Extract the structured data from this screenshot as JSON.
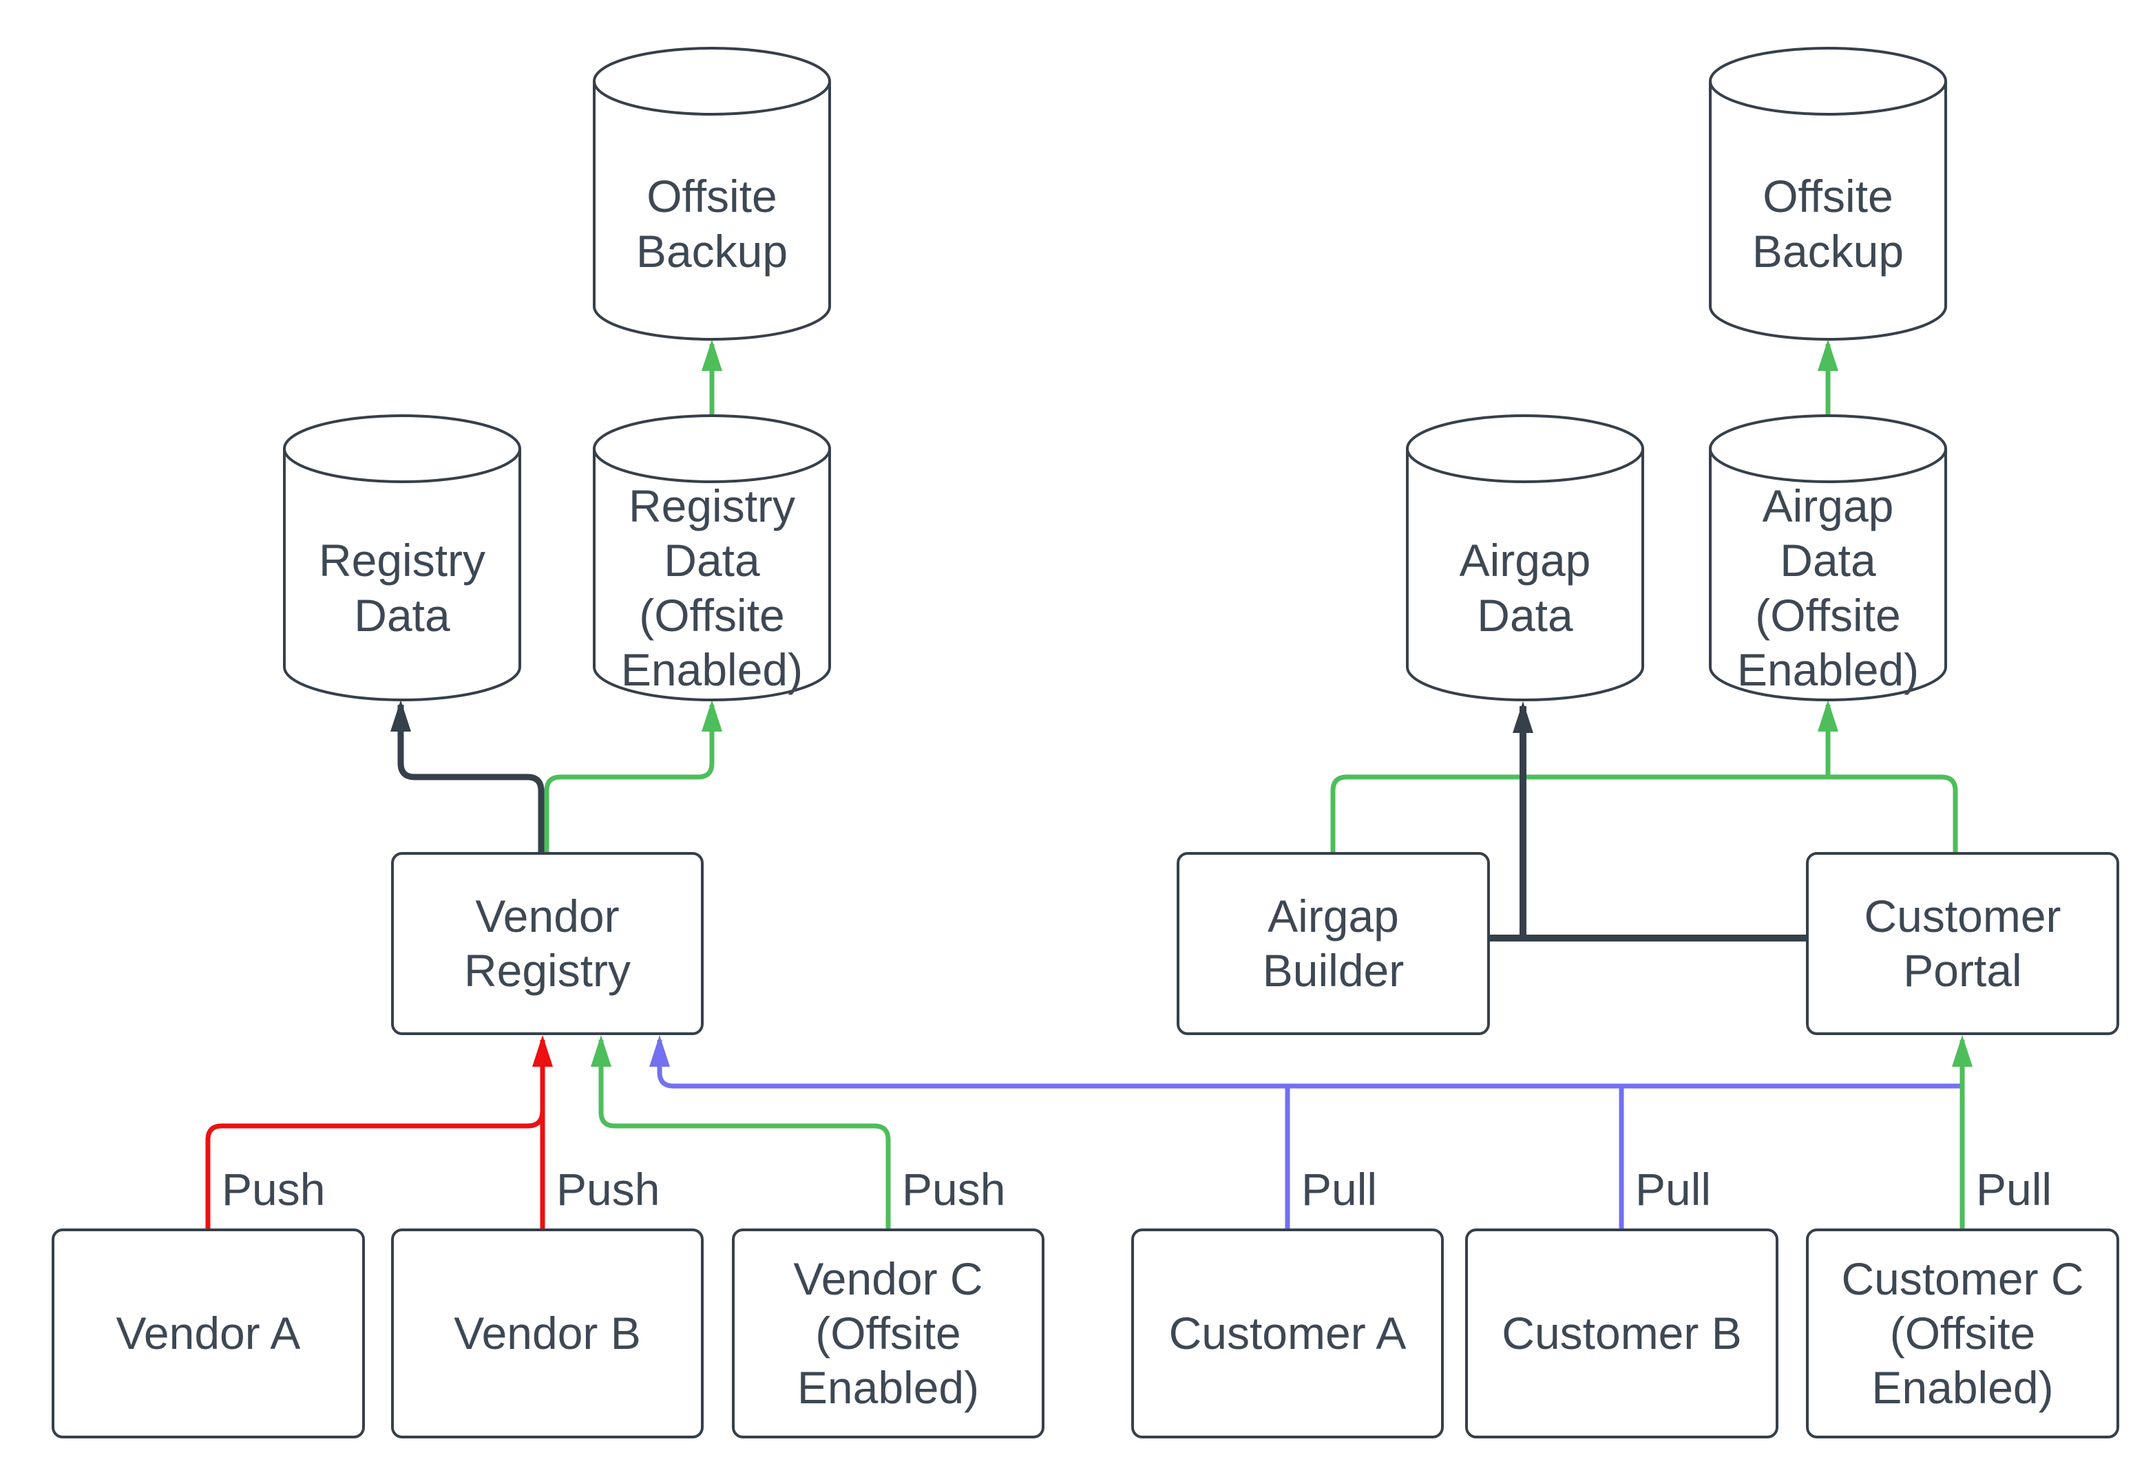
{
  "colors": {
    "red": "#ec1010",
    "green": "#4dbe5a",
    "blue": "#7370f2",
    "dark": "#36404b",
    "text": "#3e4854",
    "background": "#ffffff"
  },
  "nodes": {
    "offsite_backup_left": {
      "type": "database",
      "label": "Offsite\nBackup"
    },
    "registry_data": {
      "type": "database",
      "label": "Registry\nData"
    },
    "registry_data_offsite": {
      "type": "database",
      "label": "Registry\nData\n(Offsite\nEnabled)"
    },
    "vendor_registry": {
      "type": "process",
      "label": "Vendor\nRegistry"
    },
    "vendor_a": {
      "type": "process",
      "label": "Vendor A"
    },
    "vendor_b": {
      "type": "process",
      "label": "Vendor B"
    },
    "vendor_c": {
      "type": "process",
      "label": "Vendor C\n(Offsite\nEnabled)"
    },
    "offsite_backup_right": {
      "type": "database",
      "label": "Offsite\nBackup"
    },
    "airgap_data": {
      "type": "database",
      "label": "Airgap\nData"
    },
    "airgap_data_offsite": {
      "type": "database",
      "label": "Airgap\nData\n(Offsite\nEnabled)"
    },
    "airgap_builder": {
      "type": "process",
      "label": "Airgap\nBuilder"
    },
    "customer_portal": {
      "type": "process",
      "label": "Customer\nPortal"
    },
    "customer_a": {
      "type": "process",
      "label": "Customer A"
    },
    "customer_b": {
      "type": "process",
      "label": "Customer B"
    },
    "customer_c": {
      "type": "process",
      "label": "Customer C\n(Offsite\nEnabled)"
    }
  },
  "edge_labels": {
    "push": "Push",
    "pull": "Pull"
  },
  "edges": [
    {
      "from": "vendor_a",
      "to": "vendor_registry",
      "color": "red",
      "label": "Push"
    },
    {
      "from": "vendor_b",
      "to": "vendor_registry",
      "color": "red",
      "label": "Push"
    },
    {
      "from": "vendor_c",
      "to": "vendor_registry",
      "color": "green",
      "label": "Push"
    },
    {
      "from": "vendor_registry",
      "to": "registry_data",
      "color": "dark",
      "label": ""
    },
    {
      "from": "vendor_registry",
      "to": "registry_data_offsite",
      "color": "green",
      "label": ""
    },
    {
      "from": "registry_data_offsite",
      "to": "offsite_backup_left",
      "color": "green",
      "label": ""
    },
    {
      "from": "customer_a",
      "to": "vendor_registry",
      "color": "blue",
      "label": "Pull"
    },
    {
      "from": "customer_b",
      "to": "vendor_registry",
      "color": "blue",
      "label": "Pull"
    },
    {
      "from": "customer_c",
      "to": "customer_portal",
      "color": "green",
      "label": "Pull"
    },
    {
      "from": "airgap_builder",
      "to": "customer_portal",
      "color": "dark",
      "label": ""
    },
    {
      "from": "airgap_builder",
      "to": "airgap_data",
      "color": "dark",
      "label": ""
    },
    {
      "from": "airgap_builder",
      "to": "customer_portal",
      "color": "green",
      "label": ""
    },
    {
      "from": "customer_portal",
      "to": "airgap_data_offsite",
      "color": "green",
      "label": ""
    },
    {
      "from": "airgap_data_offsite",
      "to": "offsite_backup_right",
      "color": "green",
      "label": ""
    }
  ]
}
